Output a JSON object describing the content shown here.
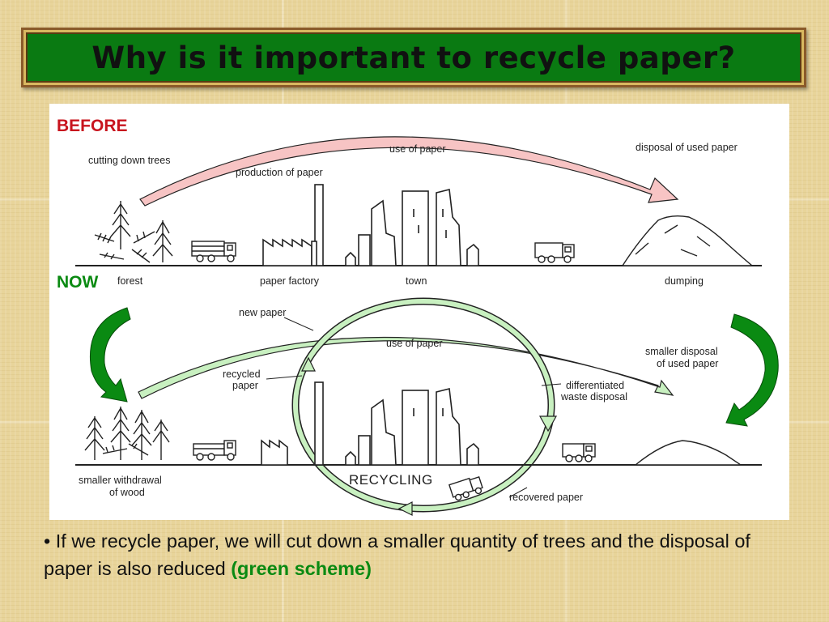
{
  "title": "Why is it important to recycle paper?",
  "diagram": {
    "before_label": "BEFORE",
    "now_label": "NOW",
    "before": {
      "cutting_down_trees": "cutting down trees",
      "production_of_paper": "production of paper",
      "use_of_paper": "use of paper",
      "disposal_of_used_paper": "disposal of used paper",
      "forest": "forest",
      "paper_factory": "paper factory",
      "town": "town",
      "dumping": "dumping"
    },
    "now": {
      "new_paper": "new paper",
      "use_of_paper": "use of paper",
      "smaller_disposal_line1": "smaller disposal",
      "smaller_disposal_line2": "of used paper",
      "recycled_paper_line1": "recycled",
      "recycled_paper_line2": "paper",
      "differentiated_line1": "differentiated",
      "differentiated_line2": "waste disposal",
      "recycling": "RECYCLING",
      "smaller_withdrawal_line1": "smaller withdrawal",
      "smaller_withdrawal_line2": "of wood",
      "recovered_paper": "recovered paper"
    },
    "colors": {
      "before_label": "#c8141e",
      "now_label": "#0a8a12",
      "before_arrow": "#f7c4c4",
      "now_arrow": "#c8f0c0",
      "side_arrow": "#0a8a12"
    }
  },
  "bullet": {
    "text": "• If we recycle paper, we will cut down a smaller quantity of trees and the disposal of paper is also reduced ",
    "highlight": "(green scheme)"
  }
}
